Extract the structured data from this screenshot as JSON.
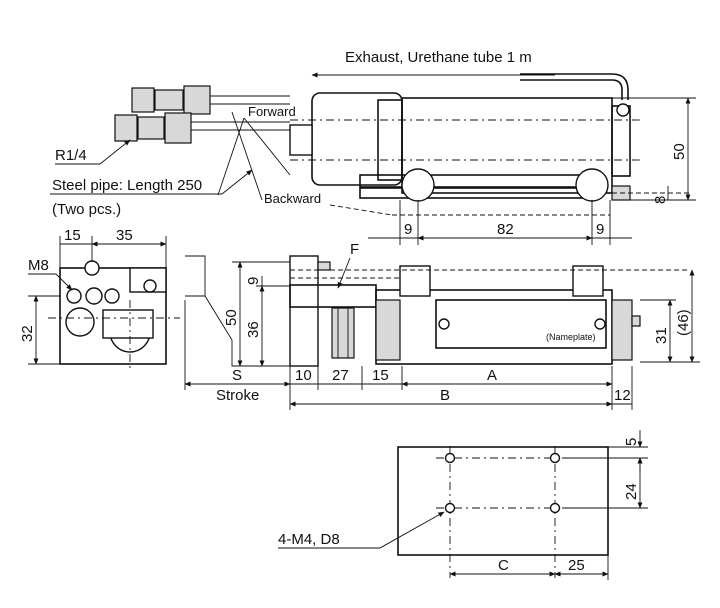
{
  "labels": {
    "exhaust": "Exhaust, Urethane tube 1 m",
    "forward": "Forward",
    "backward": "Backward",
    "r14": "R1/4",
    "steel_pipe": "Steel pipe: Length 250",
    "two_pcs": "(Two pcs.)",
    "m8": "M8",
    "f": "F",
    "nameplate": "(Nameplate)",
    "stroke": "Stroke",
    "s": "S",
    "a": "A",
    "b": "B",
    "c": "C",
    "holes": "4-M4, D8"
  },
  "dimensions": {
    "d50_top": "50",
    "d8": "8",
    "d9_left": "9",
    "d82": "82",
    "d9_right": "9",
    "d15": "15",
    "d35": "35",
    "d32": "32",
    "d9_v": "9",
    "d50_mid": "50",
    "d36": "36",
    "d31": "31",
    "d46": "(46)",
    "d10": "10",
    "d27": "27",
    "d15_b": "15",
    "d12": "12",
    "d5": "5",
    "d24": "24",
    "d25": "25"
  }
}
